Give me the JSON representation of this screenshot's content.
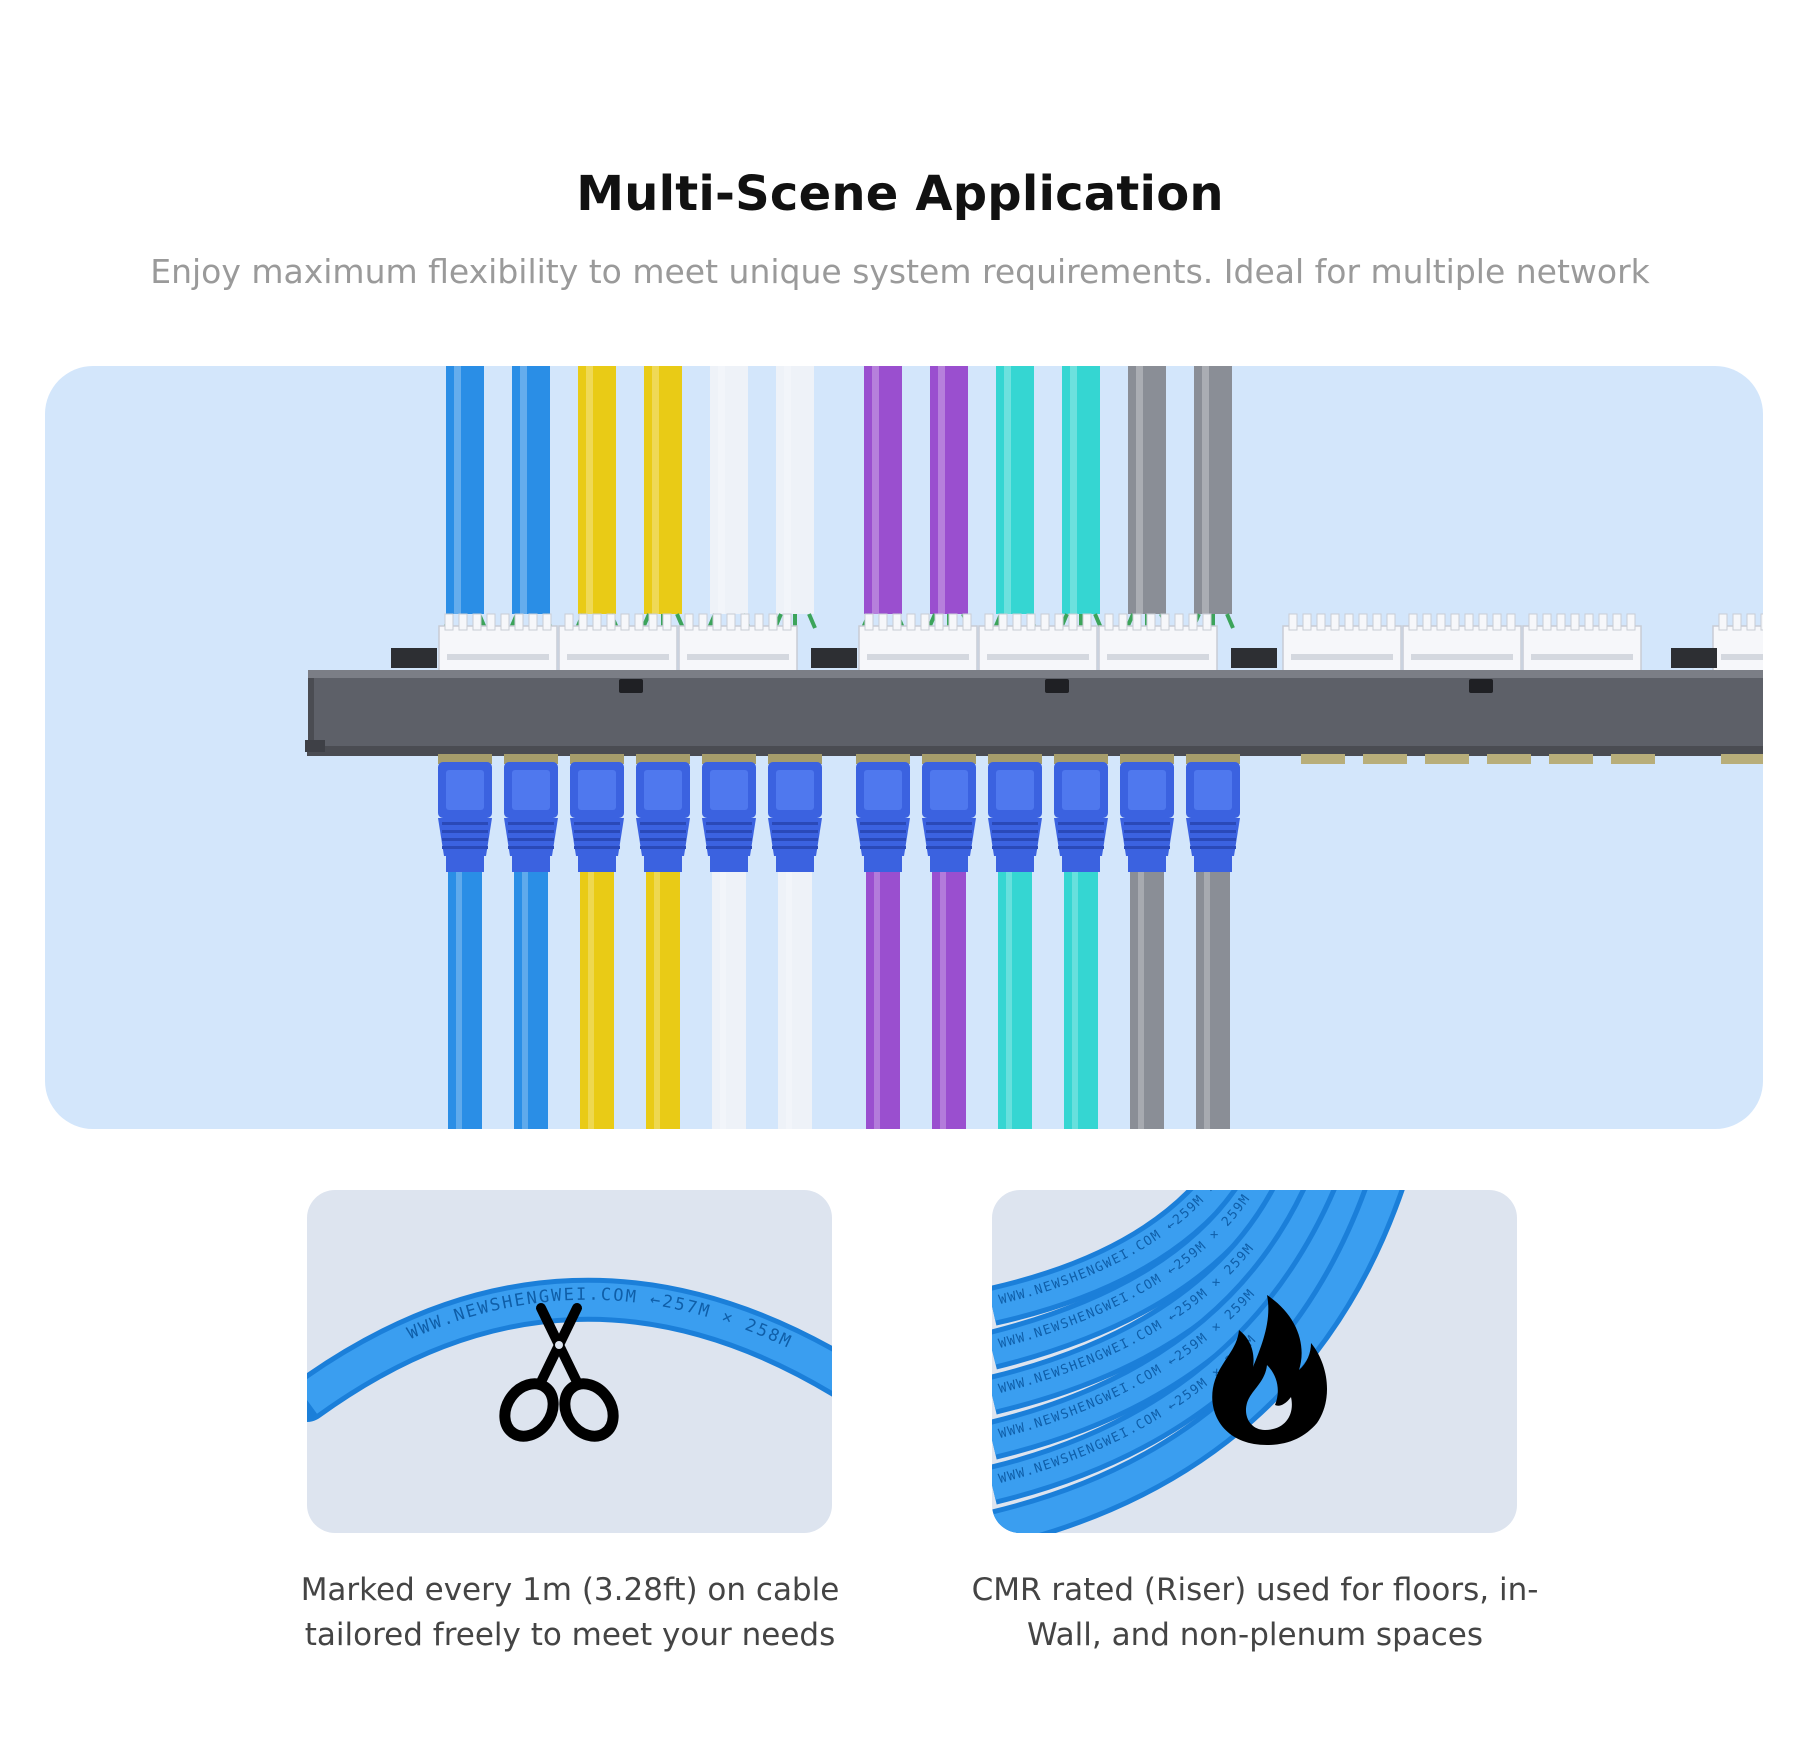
{
  "header": {
    "title": "Multi-Scene Application",
    "subtitle": "Enjoy maximum flexibility to meet unique system requirements. Ideal for multiple network"
  },
  "hero": {
    "cable_colors": [
      "#2a8ee6",
      "#2a8ee6",
      "#e9cb16",
      "#e9cb16",
      "#eef2f8",
      "#eef2f8",
      "#9a4fcf",
      "#9a4fcf",
      "#35d6d2",
      "#35d6d2",
      "#8a8e96",
      "#8a8e96"
    ],
    "connector_color": "#3b62e0",
    "panel_color": "#5d6068"
  },
  "features": [
    {
      "icon": "scissors-icon",
      "cable_print": "WWW.NEWSHENGWEI.COM ←257M × 258M",
      "caption_line1": "Marked every 1m (3.28ft) on cable",
      "caption_line2": "tailored freely to meet your needs"
    },
    {
      "icon": "flame-icon",
      "cable_print": "WWW.NEWSHENGWEI.COM ←259M × 259M",
      "caption_line1": "CMR rated (Riser) used for floors, in-",
      "caption_line2": "Wall, and non-plenum spaces"
    }
  ]
}
